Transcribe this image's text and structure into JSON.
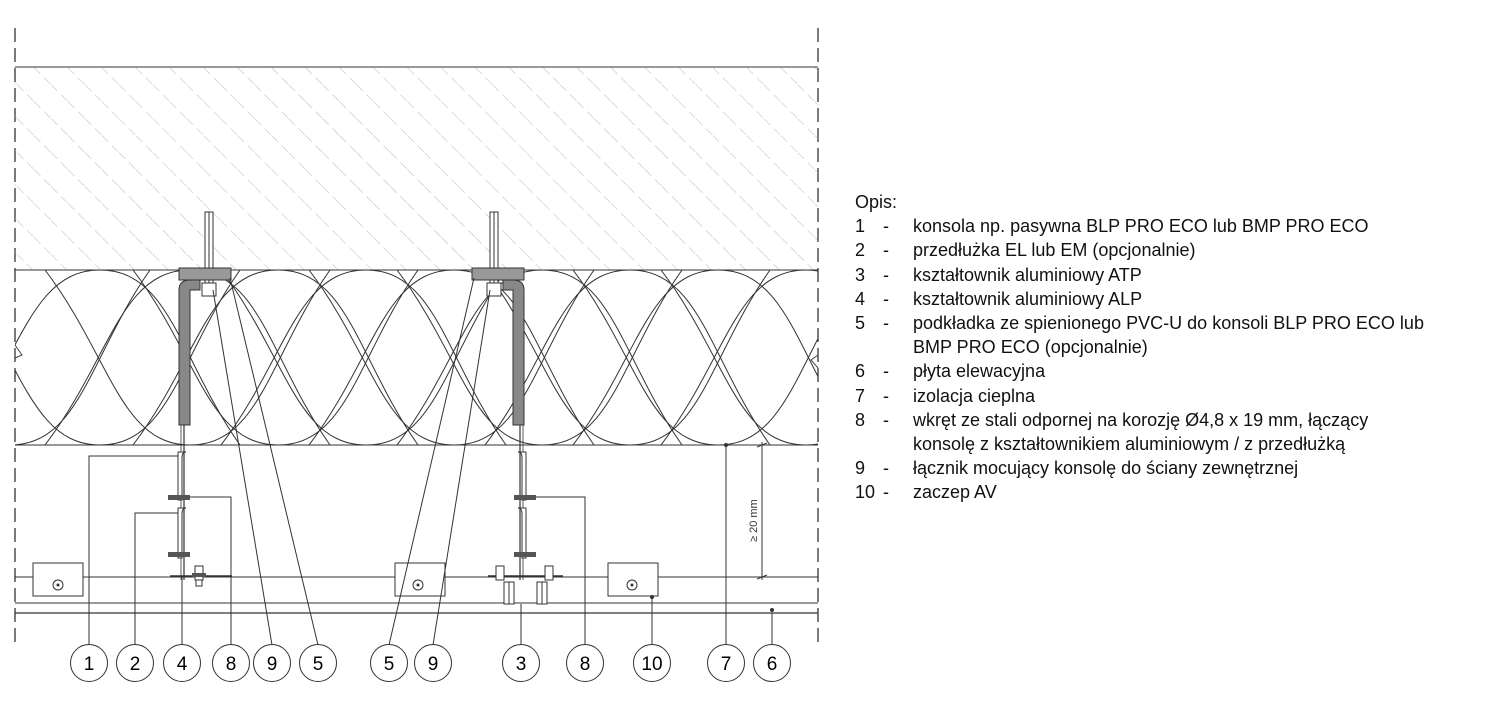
{
  "legend": {
    "title": "Opis:",
    "items": [
      {
        "num": "1",
        "text": "konsola np. pasywna BLP PRO ECO lub BMP PRO ECO"
      },
      {
        "num": "2",
        "text": "przedłużka EL lub EM (opcjonalnie)"
      },
      {
        "num": "3",
        "text": "kształtownik aluminiowy ATP"
      },
      {
        "num": "4",
        "text": "kształtownik aluminiowy ALP"
      },
      {
        "num": "5",
        "text": "podkładka ze spienionego PVC-U do konsoli BLP PRO ECO lub\nBMP PRO ECO (opcjonalnie)"
      },
      {
        "num": "6",
        "text": "płyta elewacyjna"
      },
      {
        "num": "7",
        "text": "izolacja cieplna"
      },
      {
        "num": "8",
        "text": "wkręt ze stali odpornej na korozję Ø4,8 x 19 mm, łączący\nkonsolę z kształtownikiem aluminiowym / z przedłużką"
      },
      {
        "num": "9",
        "text": "łącznik mocujący konsolę do ściany zewnętrznej"
      },
      {
        "num": "10",
        "text": "zaczep AV"
      }
    ]
  },
  "dimension": {
    "label": "≥ 20 mm"
  },
  "callouts": [
    "1",
    "2",
    "4",
    "8",
    "9",
    "5",
    "5",
    "9",
    "3",
    "8",
    "10",
    "7",
    "6"
  ]
}
